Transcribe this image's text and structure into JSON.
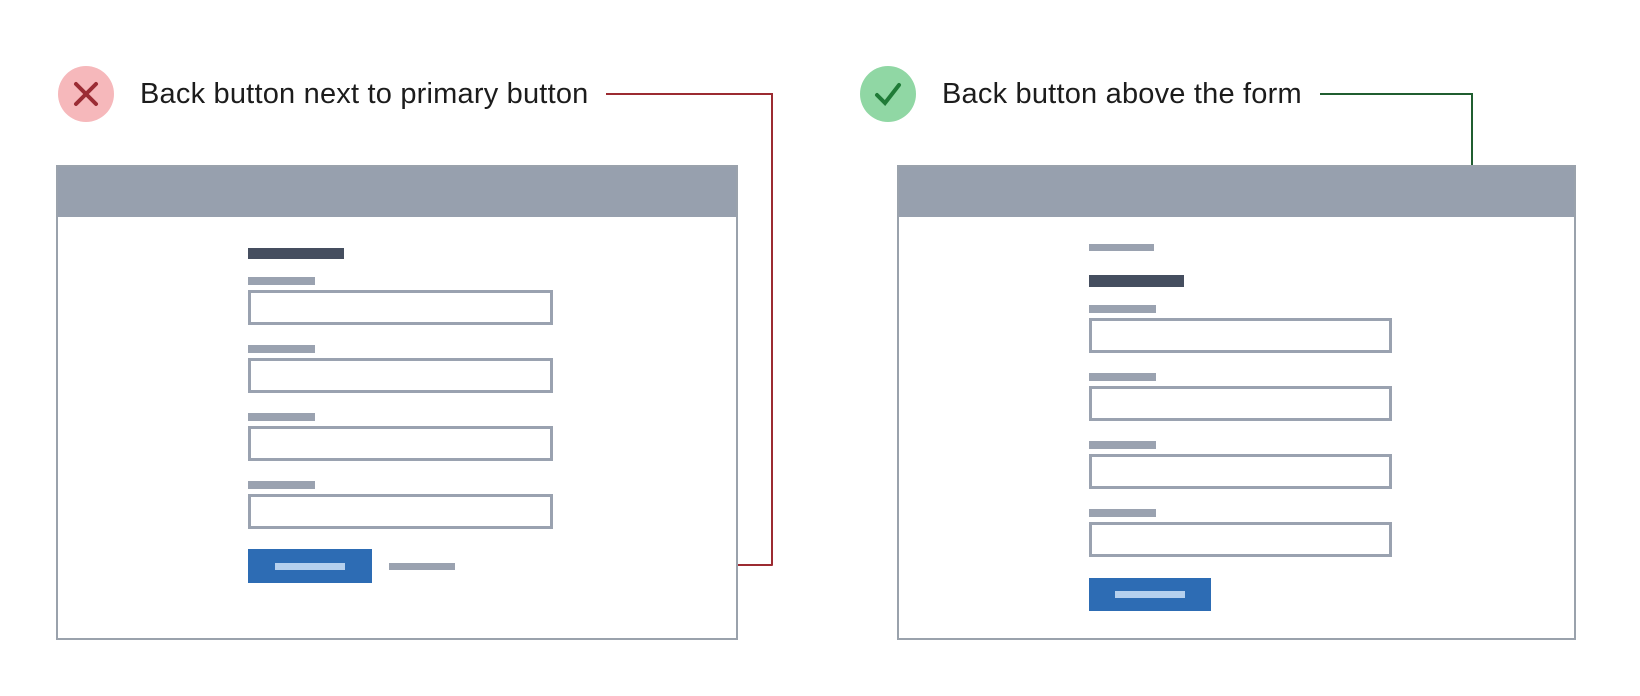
{
  "diagram": {
    "type": "ux-do-dont-comparison",
    "topic": "Placement of the back button relative to a form"
  },
  "examples": [
    {
      "verdict": "bad",
      "icon": "x-icon",
      "label": "Back button next to primary button",
      "wireframe": {
        "field_count": 4,
        "has_header_bar": true,
        "has_title_bar": true,
        "back_button_position": "next-to-primary-button",
        "annotated_element": "back-link-next-to-primary-button"
      }
    },
    {
      "verdict": "good",
      "icon": "check-icon",
      "label": "Back button above the form",
      "wireframe": {
        "field_count": 4,
        "has_header_bar": true,
        "has_title_bar": true,
        "back_button_position": "above-form",
        "annotated_element": "back-link-above-form"
      }
    }
  ],
  "colors": {
    "bad_accent": "#9c2b31",
    "bad_dot": "#a02c2e",
    "bad_badge_bg": "#f6b8bb",
    "bad_icon": "#9b2c34",
    "good_line": "#205e30",
    "good_dot": "#1e7e2f",
    "good_badge_bg": "#90d7a4",
    "good_icon": "#1f7b37",
    "header_gray": "#97a0ae",
    "panel_border": "#9aa2ac",
    "wire_gray": "#9aa2b0",
    "title_dark": "#454e5f",
    "primary_blue": "#2d6cb4",
    "primary_btn_label": "#b5d0ee",
    "text": "#1c1c1c"
  }
}
